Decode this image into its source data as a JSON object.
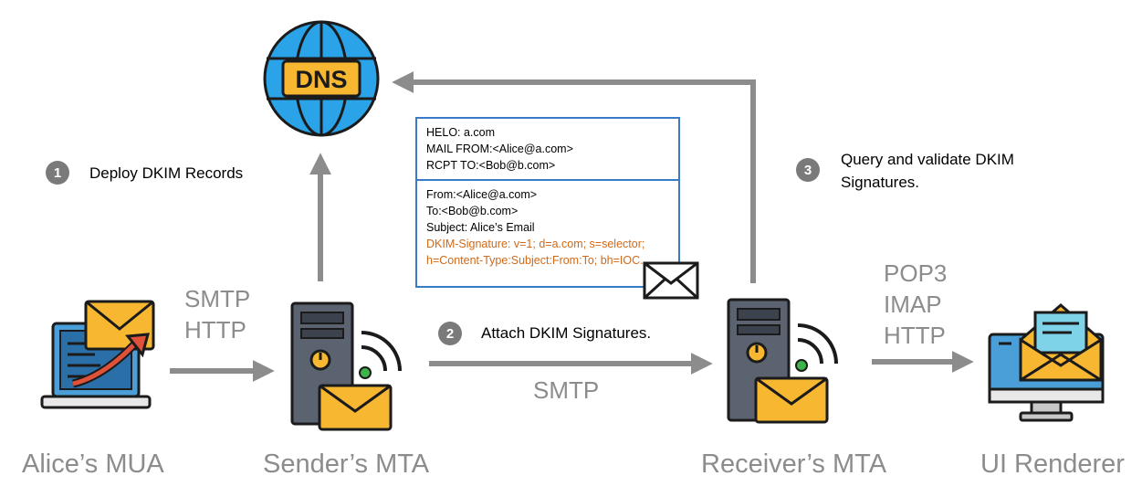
{
  "nodes": {
    "alice_mua": "Alice’s MUA",
    "sender_mta": "Sender’s MTA",
    "receiver_mta": "Receiver’s MTA",
    "ui_renderer": "UI Renderer",
    "dns": "DNS"
  },
  "protocols": {
    "mua_to_mta": [
      "SMTP",
      "HTTP"
    ],
    "mta_to_mta": "SMTP",
    "mta_to_renderer": [
      "POP3",
      "IMAP",
      "HTTP"
    ]
  },
  "steps": [
    {
      "num": "1",
      "text": "Deploy DKIM Records"
    },
    {
      "num": "2",
      "text": "Attach DKIM Signatures."
    },
    {
      "num": "3",
      "text_line1": "Query and validate DKIM",
      "text_line2": "Signatures."
    }
  ],
  "email": {
    "envelope": [
      "HELO: a.com",
      "MAIL FROM:<Alice@a.com>",
      "RCPT TO:<Bob@b.com>"
    ],
    "headers": [
      "From:<Alice@a.com>",
      "To:<Bob@b.com>",
      "Subject: Alice’s Email"
    ],
    "dkim": [
      "DKIM-Signature: v=1; d=a.com; s=selector;",
      "h=Content-Type:Subject:From:To; bh=IOC..."
    ]
  },
  "colors": {
    "arrow": "#8c8c8c",
    "box_border": "#3a7bc8",
    "dkim_text": "#d06a1a",
    "badge": "#7a7a7a"
  }
}
